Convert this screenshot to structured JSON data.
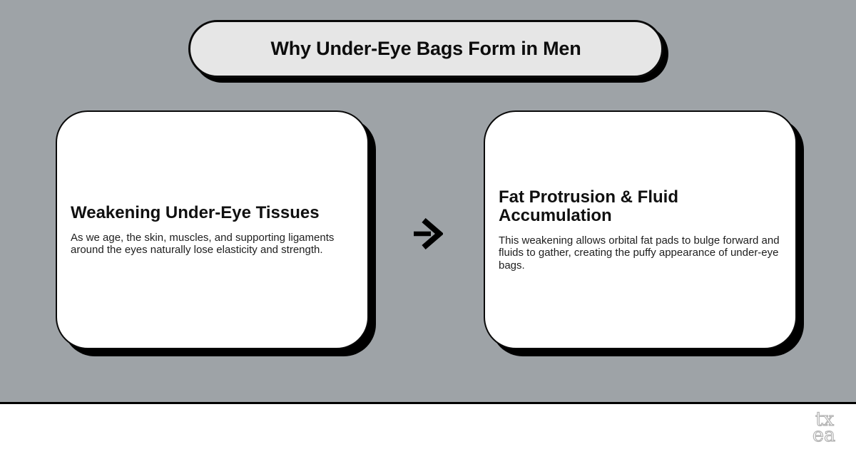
{
  "banner": {
    "title": "Why Under-Eye Bags Form in Men"
  },
  "cards": [
    {
      "heading": "Weakening Under-Eye Tissues",
      "body": "As we age, the skin, muscles, and supporting ligaments around the eyes naturally lose elasticity and strength."
    },
    {
      "heading": "Fat Protrusion & Fluid Accumulation",
      "body": "This weakening allows orbital fat pads to bulge forward and fluids to gather, creating the puffy appearance of under-eye bags."
    }
  ],
  "icons": {
    "arrow": "right-arrow"
  },
  "footer": {
    "logo_top": "tx",
    "logo_bottom": "ea"
  },
  "colors": {
    "background": "#9ea3a7",
    "pill_fill": "#e6e6e6",
    "card_fill": "#ffffff",
    "outline": "#0a0a0a",
    "body_text": "#1e1e1e",
    "logo_stroke": "#b4b4b4"
  }
}
